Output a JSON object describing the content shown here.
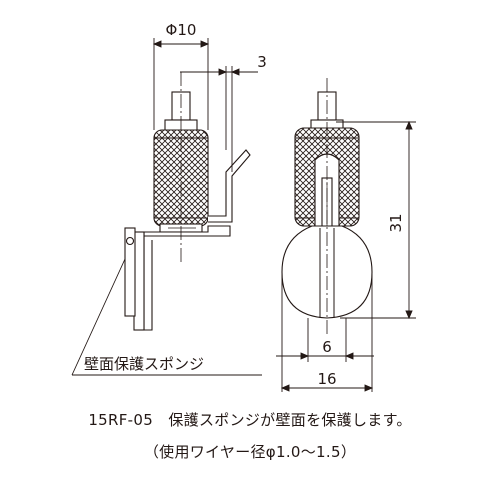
{
  "dimensions": {
    "side_diameter": "Φ10",
    "side_offset": "3",
    "front_height": "31",
    "front_inner_width": "6",
    "front_outer_width": "16"
  },
  "callout": {
    "label": "壁面保護スポンジ"
  },
  "caption": {
    "line1": "15RF-05　保護スポンジが壁面を保護します。",
    "line2": "（使用ワイヤー径φ1.0〜1.5）"
  }
}
